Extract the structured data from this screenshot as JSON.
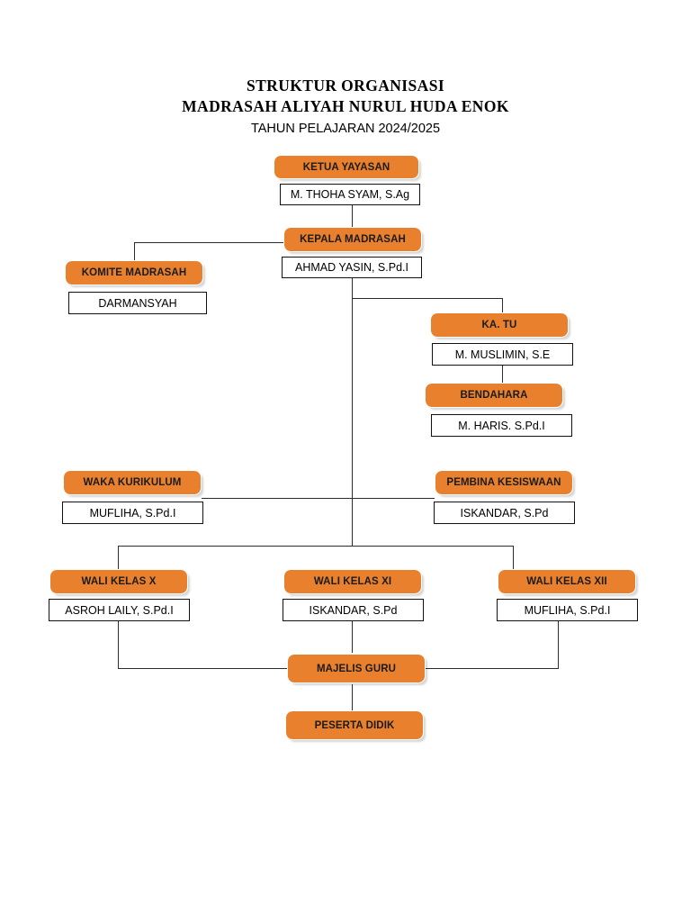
{
  "document": {
    "title_line_1": "STRUKTUR ORGANISASI",
    "title_line_2": "MADRASAH ALIYAH NURUL HUDA ENOK",
    "title_line_3": "TAHUN  PELAJARAN 2024/2025"
  },
  "theme": {
    "accent_color": "#E8802E",
    "box_border_color": "#111111",
    "line_color": "#2b2b2b",
    "background": "#FFFFFF"
  },
  "nodes": [
    {
      "id": "ketua_yayasan",
      "role": "KETUA YAYASAN",
      "person": "M. THOHA SYAM, S.Ag"
    },
    {
      "id": "kepala_madrasah",
      "role": "KEPALA MADRASAH",
      "person": "AHMAD YASIN, S.Pd.I"
    },
    {
      "id": "komite_madrasah",
      "role": "KOMITE MADRASAH",
      "person": "DARMANSYAH"
    },
    {
      "id": "ka_tu",
      "role": "KA. TU",
      "person": "M. MUSLIMIN, S.E"
    },
    {
      "id": "bendahara",
      "role": "BENDAHARA",
      "person": "M. HARIS. S.Pd.I"
    },
    {
      "id": "waka_kurikulum",
      "role": "WAKA KURIKULUM",
      "person": "MUFLIHA, S.Pd.I"
    },
    {
      "id": "pembina_kesiswaan",
      "role": "PEMBINA KESISWAAN",
      "person": "ISKANDAR, S.Pd"
    },
    {
      "id": "wali_kelas_x",
      "role": "WALI KELAS X",
      "person": "ASROH LAILY, S.Pd.I"
    },
    {
      "id": "wali_kelas_xi",
      "role": "WALI KELAS XI",
      "person": "ISKANDAR, S.Pd"
    },
    {
      "id": "wali_kelas_xii",
      "role": "WALI KELAS XII",
      "person": "MUFLIHA, S.Pd.I"
    },
    {
      "id": "majelis_guru",
      "role": "MAJELIS GURU",
      "person": null
    },
    {
      "id": "peserta_didik",
      "role": "PESERTA DIDIK",
      "person": null
    }
  ]
}
